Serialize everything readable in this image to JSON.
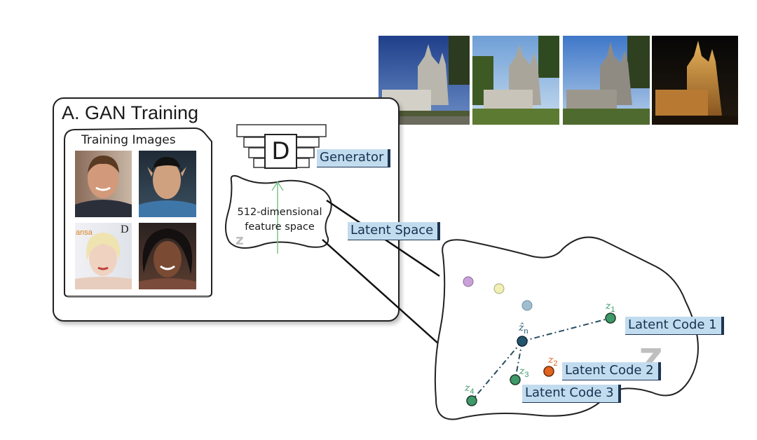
{
  "panel": {
    "title": "A. GAN Training",
    "training_images_label": "Training Images"
  },
  "generator": {
    "letter": "D",
    "label": "Generator"
  },
  "feature_space": {
    "line1": "512-dimensional",
    "line2": "feature space",
    "z_mark": "z"
  },
  "latent_space": {
    "label": "Latent Space",
    "z_mark": "Z"
  },
  "latent_codes": {
    "z1": {
      "symbol": "z",
      "index": "1",
      "label": "Latent Code 1"
    },
    "z2": {
      "symbol": "z",
      "index": "2",
      "label": "Latent Code 2"
    },
    "z3": {
      "symbol": "z",
      "index": "3",
      "label": "Latent Code 3"
    },
    "z4": {
      "symbol": "z",
      "index": "4"
    },
    "zn": {
      "symbol": "ẑ",
      "index": "n"
    }
  },
  "colors": {
    "latent_dot_green": "#3f9a6a",
    "latent_dot_orange": "#e0641e",
    "latent_dot_navy": "#24566e",
    "tag_fill": "#c2dcef",
    "dot_violet": "#c9a1d8",
    "dot_yellow": "#f1efb4",
    "dot_blue": "#9fbfd0"
  },
  "images": {
    "faces": [
      "man-smiling-photo",
      "pointed-ear-character-photo",
      "blonde-woman-photo",
      "woman-curly-hair-photo"
    ],
    "cathedrals": [
      "cathedral-daytime-1",
      "cathedral-daytime-2",
      "cathedral-daytime-3",
      "cathedral-night"
    ]
  }
}
